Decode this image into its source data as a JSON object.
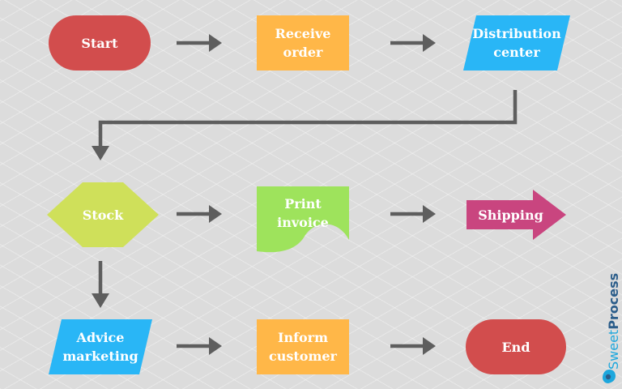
{
  "nodes": {
    "start": "Start",
    "receive_order": "Receive order",
    "distribution_center": "Distribution center",
    "stock": "Stock",
    "print_invoice": "Print invoice",
    "shipping": "Shipping",
    "advice_marketing": "Advice marketing",
    "inform_customer": "Inform customer",
    "end": "End"
  },
  "logo": {
    "word1": "Sweet",
    "word2": "Process"
  },
  "colors": {
    "terminal": "#d24d4d",
    "process": "#ffb748",
    "io": "#29b6f6",
    "decision": "#cfe05a",
    "document": "#9ee35c",
    "shipping": "#c9457f",
    "arrow": "#5e5e5e",
    "background": "#dcdcdc",
    "logo_light": "#1da7dd",
    "logo_dark": "#2b5d8a"
  }
}
